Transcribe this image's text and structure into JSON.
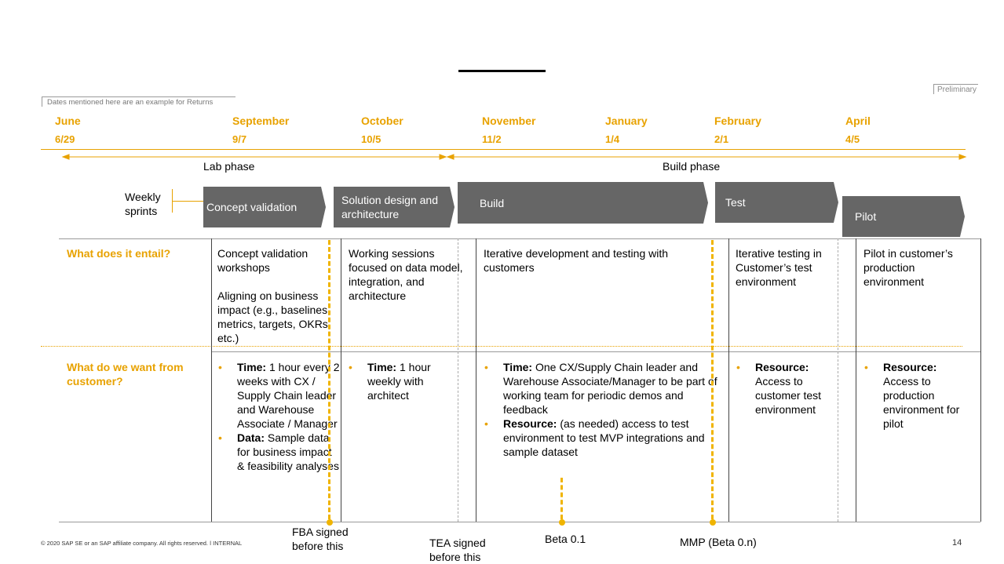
{
  "note": "Dates mentioned here are an example for Returns",
  "preliminary": "Preliminary",
  "timeline": [
    {
      "month": "June",
      "date": "6/29"
    },
    {
      "month": "September",
      "date": "9/7"
    },
    {
      "month": "October",
      "date": "10/5"
    },
    {
      "month": "November",
      "date": "11/2"
    },
    {
      "month": "January",
      "date": "1/4"
    },
    {
      "month": "February",
      "date": "2/1"
    },
    {
      "month": "April",
      "date": "4/5"
    }
  ],
  "phases": {
    "lab": "Lab phase",
    "build": "Build phase"
  },
  "weekly": {
    "line1": "Weekly",
    "line2": "sprints"
  },
  "stages": [
    "Concept validation",
    "Solution design and architecture",
    "Build",
    "Test",
    "Pilot"
  ],
  "rows": {
    "entail": "What does it entail?",
    "want": "What do we want from customer?"
  },
  "entail": {
    "concept_1": "Concept validation workshops",
    "concept_2": "Aligning on business impact (e.g., baselines, metrics, targets, OKRs, etc.)",
    "solution": "Working sessions focused on data model, integration, and architecture",
    "build": "Iterative development and testing with customers",
    "test": "Iterative testing in Customer’s test environment",
    "pilot": "Pilot in customer’s production environment"
  },
  "want": {
    "concept_time_b": "Time:",
    "concept_time": " 1 hour every 2 weeks with CX / Supply Chain leader and Warehouse Associate / Manager",
    "concept_data_b": "Data:",
    "concept_data": " Sample data for business impact & feasibility analyses",
    "solution_time_b": "Time:",
    "solution_time": " 1 hour weekly with architect",
    "build_time_b": "Time:",
    "build_time": " One CX/Supply Chain leader and Warehouse Associate/Manager to be part of working team for periodic demos and feedback",
    "build_res_b": "Resource:",
    "build_res": " (as needed) access to test environment to test MVP integrations and sample dataset",
    "test_res_b": "Resource:",
    "test_res": " Access to customer test environment",
    "pilot_res_b": "Resource:",
    "pilot_res": " Access to production environment for pilot"
  },
  "milestones": {
    "fba_1": "FBA signed",
    "fba_2": "before this",
    "tea_1": "TEA signed",
    "tea_2": "before this",
    "beta": "Beta 0.1",
    "mmp": "MMP (Beta 0.n)"
  },
  "footer": "© 2020 SAP SE or an SAP affiliate company. All rights reserved.  ǀ   INTERNAL",
  "page": "14",
  "colors": {
    "accent": "#E8A200",
    "chevron": "#666666"
  }
}
